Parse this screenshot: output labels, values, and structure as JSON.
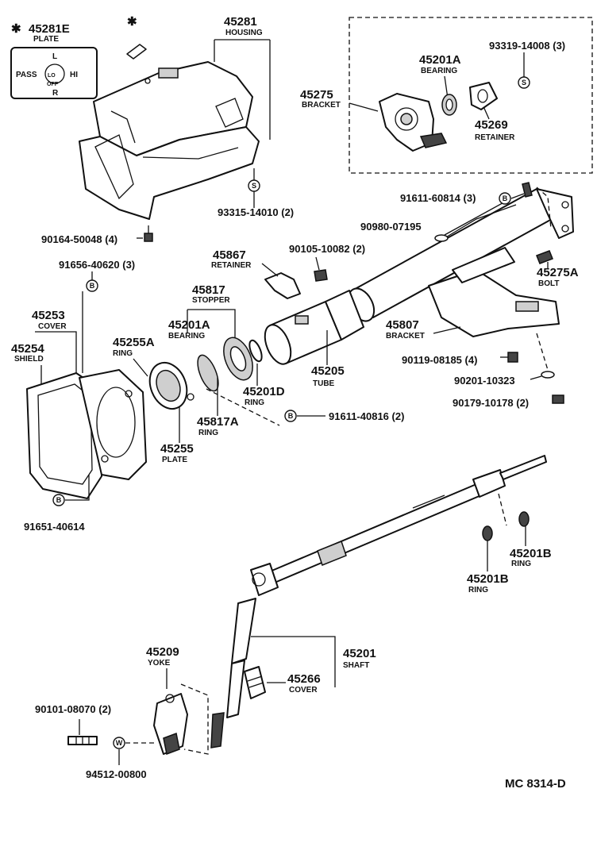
{
  "diagram_code": "MC 8314-D",
  "plate_box": {
    "num": "45281E",
    "name": "PLATE",
    "marks": [
      "L",
      "R",
      "PASS",
      "HI",
      "LO",
      "OFF"
    ]
  },
  "parts": [
    {
      "id": "p45281",
      "num": "45281",
      "name": "HOUSING"
    },
    {
      "id": "p93319",
      "num": "93319-14008 (3)",
      "name": ""
    },
    {
      "id": "p45201A_top",
      "num": "45201A",
      "name": "BEARING"
    },
    {
      "id": "p45275",
      "num": "45275",
      "name": "BRACKET"
    },
    {
      "id": "p45269",
      "num": "45269",
      "name": "RETAINER"
    },
    {
      "id": "p93315",
      "num": "93315-14010 (2)",
      "name": ""
    },
    {
      "id": "p91611a",
      "num": "91611-60814 (3)",
      "name": ""
    },
    {
      "id": "p90980",
      "num": "90980-07195",
      "name": ""
    },
    {
      "id": "p90164",
      "num": "90164-50048 (4)",
      "name": ""
    },
    {
      "id": "p45867",
      "num": "45867",
      "name": "RETAINER"
    },
    {
      "id": "p90105",
      "num": "90105-10082 (2)",
      "name": ""
    },
    {
      "id": "p91656",
      "num": "91656-40620 (3)",
      "name": ""
    },
    {
      "id": "p45275A",
      "num": "45275A",
      "name": "BOLT"
    },
    {
      "id": "p45817",
      "num": "45817",
      "name": "STOPPER"
    },
    {
      "id": "p45253",
      "num": "45253",
      "name": "COVER"
    },
    {
      "id": "p45201A_mid",
      "num": "45201A",
      "name": "BEARING"
    },
    {
      "id": "p45255A",
      "num": "45255A",
      "name": "RING"
    },
    {
      "id": "p45254",
      "num": "45254",
      "name": "SHIELD"
    },
    {
      "id": "p45807",
      "num": "45807",
      "name": "BRACKET"
    },
    {
      "id": "p90119",
      "num": "90119-08185 (4)",
      "name": ""
    },
    {
      "id": "p45205",
      "num": "45205",
      "name": "TUBE"
    },
    {
      "id": "p90201",
      "num": "90201-10323",
      "name": ""
    },
    {
      "id": "p45201D",
      "num": "45201D",
      "name": "RING"
    },
    {
      "id": "p90179",
      "num": "90179-10178 (2)",
      "name": ""
    },
    {
      "id": "p45817A",
      "num": "45817A",
      "name": "RING"
    },
    {
      "id": "p91611b",
      "num": "91611-40816 (2)",
      "name": ""
    },
    {
      "id": "p45255",
      "num": "45255",
      "name": "PLATE"
    },
    {
      "id": "p91651",
      "num": "91651-40614",
      "name": ""
    },
    {
      "id": "p45201B_r",
      "num": "45201B",
      "name": "RING"
    },
    {
      "id": "p45201B_l",
      "num": "45201B",
      "name": "RING"
    },
    {
      "id": "p45209",
      "num": "45209",
      "name": "YOKE"
    },
    {
      "id": "p45201",
      "num": "45201",
      "name": "SHAFT"
    },
    {
      "id": "p45266",
      "num": "45266",
      "name": "COVER"
    },
    {
      "id": "p90101",
      "num": "90101-08070 (2)",
      "name": ""
    },
    {
      "id": "p94512",
      "num": "94512-00800",
      "name": ""
    }
  ],
  "symbols": {
    "s": "S",
    "b": "B",
    "w": "W",
    "star": "✱"
  }
}
